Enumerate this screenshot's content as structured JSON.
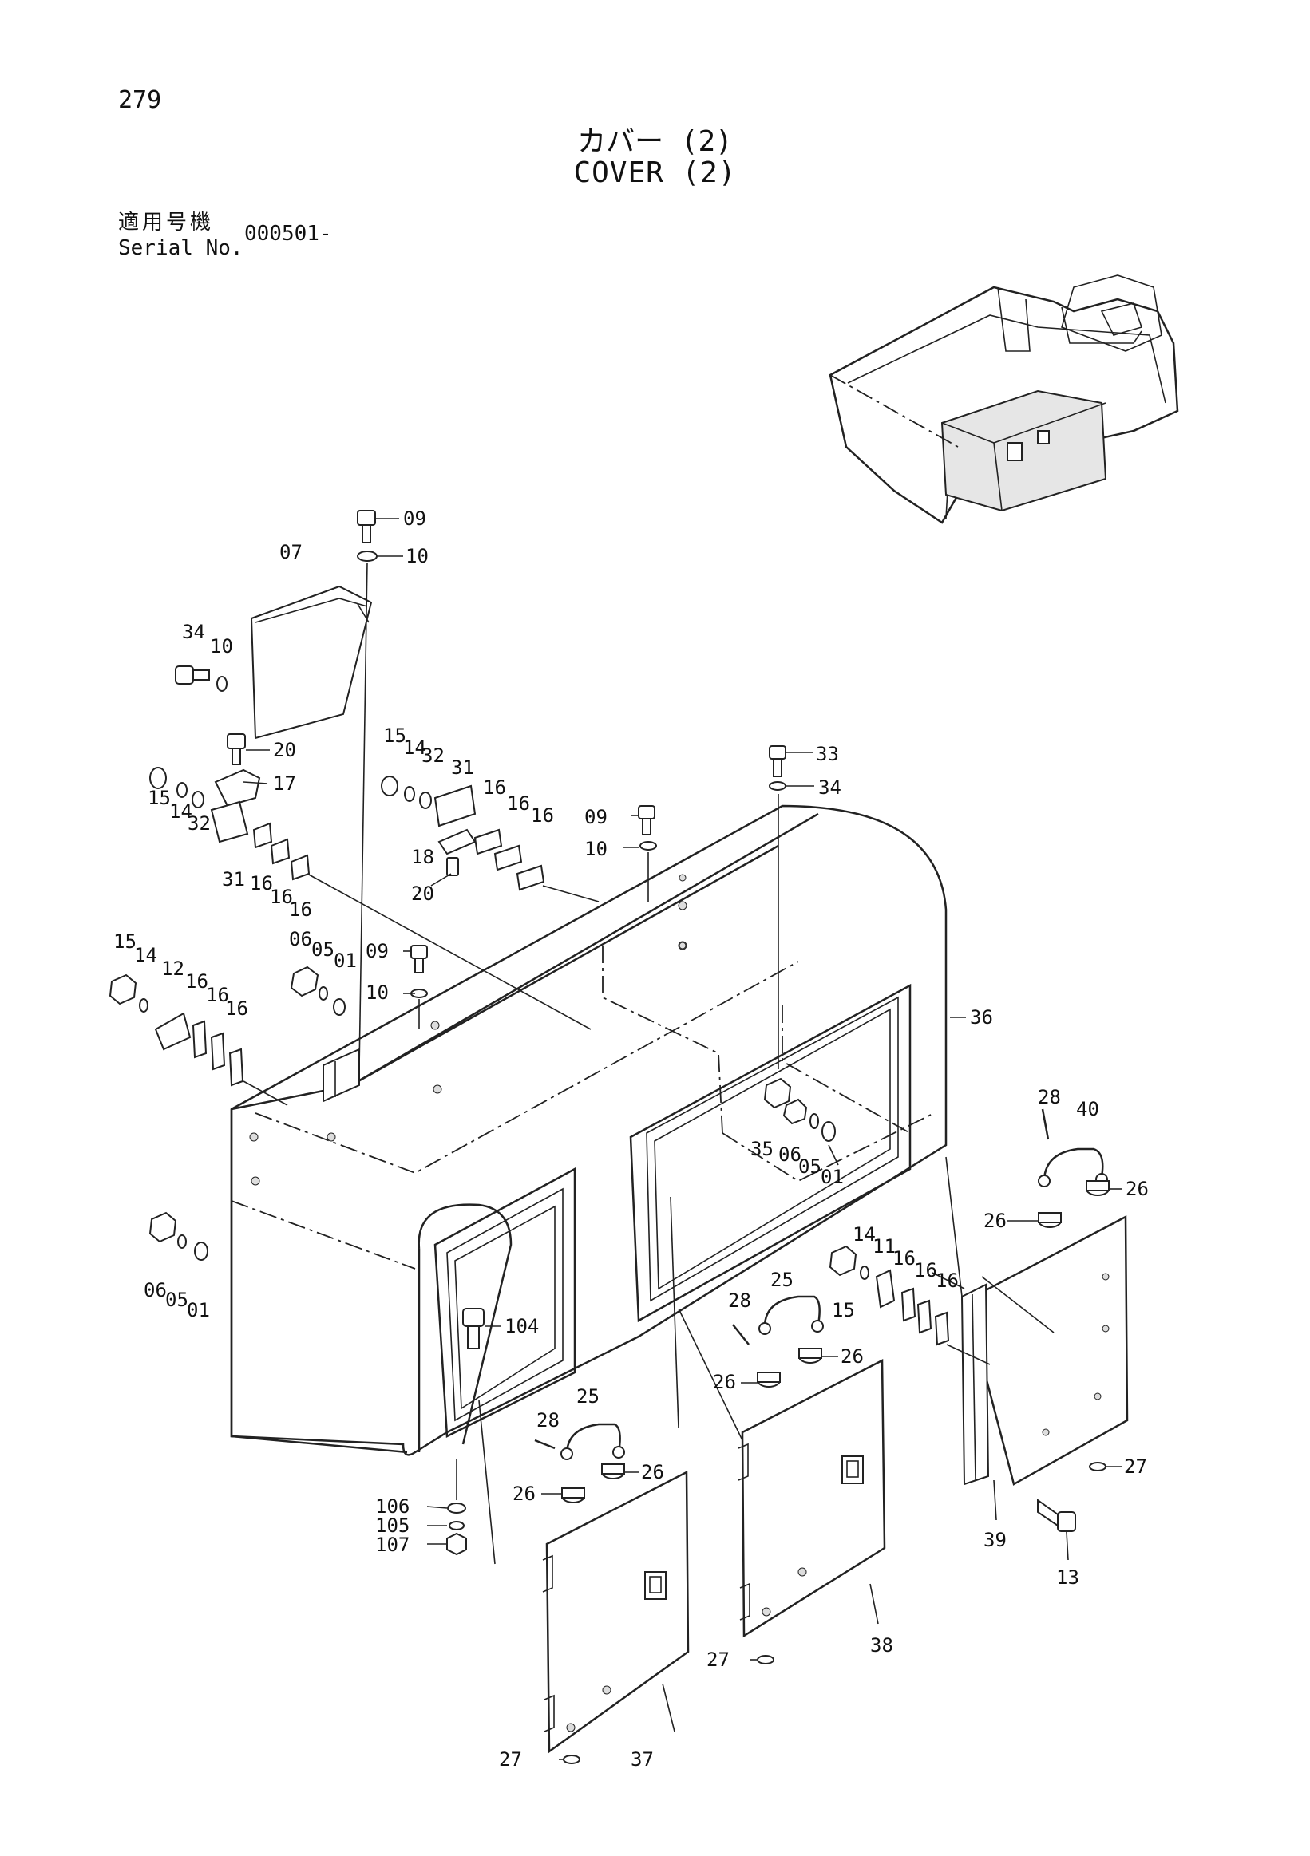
{
  "header": {
    "page_number": "279",
    "title_jp": "カバー (2)",
    "title_en": "COVER (2)",
    "serial_label_jp": "適用号機",
    "serial_label_en": "Serial No.",
    "serial_value": "000501-"
  },
  "callouts": [
    {
      "id": "c-09a",
      "text": "09"
    },
    {
      "id": "c-10a",
      "text": "10"
    },
    {
      "id": "c-07",
      "text": "07"
    },
    {
      "id": "c-34a",
      "text": "34"
    },
    {
      "id": "c-10b",
      "text": "10"
    },
    {
      "id": "c-20a",
      "text": "20"
    },
    {
      "id": "c-17",
      "text": "17"
    },
    {
      "id": "c-15a",
      "text": "15"
    },
    {
      "id": "c-14a",
      "text": "14"
    },
    {
      "id": "c-32a",
      "text": "32"
    },
    {
      "id": "c-31a",
      "text": "31"
    },
    {
      "id": "c-16a",
      "text": "16"
    },
    {
      "id": "c-16b",
      "text": "16"
    },
    {
      "id": "c-16c",
      "text": "16"
    },
    {
      "id": "c-15b",
      "text": "15"
    },
    {
      "id": "c-14b",
      "text": "14"
    },
    {
      "id": "c-32b",
      "text": "32"
    },
    {
      "id": "c-31b",
      "text": "31"
    },
    {
      "id": "c-16d",
      "text": "16"
    },
    {
      "id": "c-16e",
      "text": "16"
    },
    {
      "id": "c-16f",
      "text": "16"
    },
    {
      "id": "c-18",
      "text": "18"
    },
    {
      "id": "c-20b",
      "text": "20"
    },
    {
      "id": "c-33",
      "text": "33"
    },
    {
      "id": "c-34b",
      "text": "34"
    },
    {
      "id": "c-09b",
      "text": "09"
    },
    {
      "id": "c-10c",
      "text": "10"
    },
    {
      "id": "c-06a",
      "text": "06"
    },
    {
      "id": "c-05a",
      "text": "05"
    },
    {
      "id": "c-01a",
      "text": "01"
    },
    {
      "id": "c-09c",
      "text": "09"
    },
    {
      "id": "c-10d",
      "text": "10"
    },
    {
      "id": "c-15c",
      "text": "15"
    },
    {
      "id": "c-14c",
      "text": "14"
    },
    {
      "id": "c-12",
      "text": "12"
    },
    {
      "id": "c-16g",
      "text": "16"
    },
    {
      "id": "c-16h",
      "text": "16"
    },
    {
      "id": "c-16i",
      "text": "16"
    },
    {
      "id": "c-36",
      "text": "36"
    },
    {
      "id": "c-28a",
      "text": "28"
    },
    {
      "id": "c-40",
      "text": "40"
    },
    {
      "id": "c-26a",
      "text": "26"
    },
    {
      "id": "c-26b",
      "text": "26"
    },
    {
      "id": "c-35",
      "text": "35"
    },
    {
      "id": "c-06b",
      "text": "06"
    },
    {
      "id": "c-05b",
      "text": "05"
    },
    {
      "id": "c-01b",
      "text": "01"
    },
    {
      "id": "c-06c",
      "text": "06"
    },
    {
      "id": "c-05c",
      "text": "05"
    },
    {
      "id": "c-01c",
      "text": "01"
    },
    {
      "id": "c-104",
      "text": "104"
    },
    {
      "id": "c-14d",
      "text": "14"
    },
    {
      "id": "c-11",
      "text": "11"
    },
    {
      "id": "c-16j",
      "text": "16"
    },
    {
      "id": "c-16k",
      "text": "16"
    },
    {
      "id": "c-16l",
      "text": "16"
    },
    {
      "id": "c-15d",
      "text": "15"
    },
    {
      "id": "c-25a",
      "text": "25"
    },
    {
      "id": "c-28b",
      "text": "28"
    },
    {
      "id": "c-26c",
      "text": "26"
    },
    {
      "id": "c-26d",
      "text": "26"
    },
    {
      "id": "c-27a",
      "text": "27"
    },
    {
      "id": "c-39",
      "text": "39"
    },
    {
      "id": "c-13",
      "text": "13"
    },
    {
      "id": "c-28c",
      "text": "28"
    },
    {
      "id": "c-25b",
      "text": "25"
    },
    {
      "id": "c-26e",
      "text": "26"
    },
    {
      "id": "c-26f",
      "text": "26"
    },
    {
      "id": "c-106",
      "text": "106"
    },
    {
      "id": "c-105",
      "text": "105"
    },
    {
      "id": "c-107",
      "text": "107"
    },
    {
      "id": "c-38",
      "text": "38"
    },
    {
      "id": "c-27b",
      "text": "27"
    },
    {
      "id": "c-27c",
      "text": "27"
    },
    {
      "id": "c-37",
      "text": "37"
    }
  ]
}
